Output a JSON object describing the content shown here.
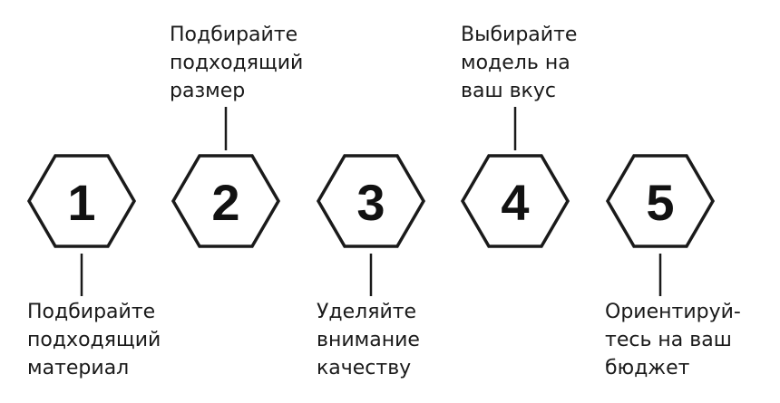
{
  "steps": [
    {
      "number": "1",
      "label_lines": [
        "Подбирайте",
        "подходящий",
        "материал"
      ]
    },
    {
      "number": "2",
      "label_lines": [
        "Подбирайте",
        "подходящий",
        "размер"
      ]
    },
    {
      "number": "3",
      "label_lines": [
        "Уделяйте",
        "внимание",
        "качеству"
      ]
    },
    {
      "number": "4",
      "label_lines": [
        "Выбирайте",
        "модель на",
        "ваш вкус"
      ]
    },
    {
      "number": "5",
      "label_lines": [
        "Ориентируй-",
        "тесь на ваш",
        "бюджет"
      ]
    }
  ],
  "colors": {
    "stroke": "#1a1a1a",
    "text": "#111111",
    "background": "#ffffff"
  }
}
